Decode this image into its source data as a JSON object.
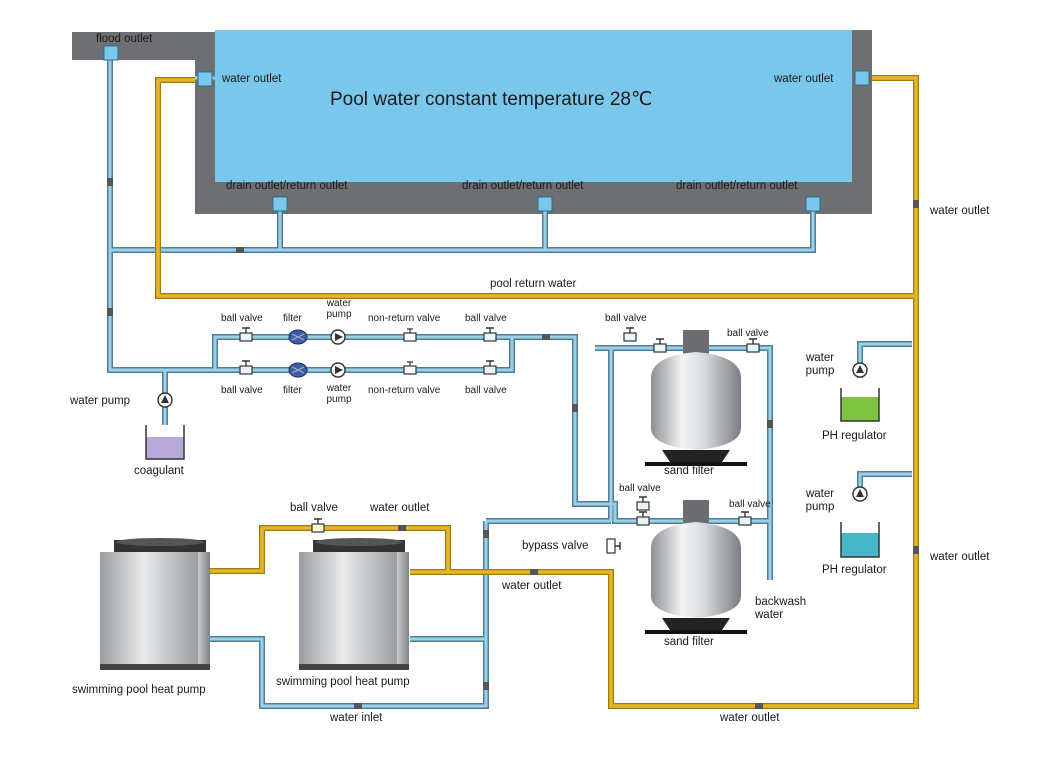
{
  "title": "Pool water constant temperature 28℃",
  "labels": {
    "flood_outlet": "flood outlet",
    "pool_water_outlet_left": "water outlet",
    "pool_water_outlet_right": "water outlet",
    "drain_1": "drain outlet/return outlet",
    "drain_2": "drain outlet/return outlet",
    "drain_3": "drain outlet/return outlet",
    "water_outlet_right_upper": "water outlet",
    "pool_return_water": "pool return water",
    "ball_valve_1": "ball valve",
    "filter_1": "filter",
    "water_pump_1": "water\npump",
    "non_return_valve_1": "non-return valve",
    "ball_valve_2": "ball valve",
    "ball_valve_3": "ball valve",
    "filter_2": "filter",
    "water_pump_2": "water\npump",
    "non_return_valve_2": "non-return valve",
    "ball_valve_4": "ball valve",
    "ball_valve_5": "ball valve",
    "ball_valve_6": "ball valve",
    "water_pump_left": "water pump",
    "coagulant": "coagulant",
    "sand_filter_1": "sand filter",
    "ph_water_pump_1": "water\npump",
    "ph_regulator_1": "PH regulator",
    "ball_valve_7": "ball valve",
    "ball_valve_8": "ball valve",
    "ph_water_pump_2": "water\npump",
    "ph_regulator_2": "PH regulator",
    "water_outlet_right_lower": "water outlet",
    "ball_valve_hp": "ball valve",
    "water_outlet_hp": "water outlet",
    "bypass_valve": "bypass valve",
    "water_outlet_mid": "water outlet",
    "backwash_water": "backwash\nwater",
    "sand_filter_2": "sand filter",
    "heat_pump_1": "swimming pool heat pump",
    "heat_pump_2": "swimming pool heat pump",
    "water_inlet": "water inlet",
    "water_outlet_bottom": "water outlet"
  },
  "colors": {
    "pool_water": "#79c8ec",
    "pool_wall": "#6d6f72",
    "pipe_blue": "#9ecfe6",
    "pipe_blue_edge": "#4c7f9b",
    "pipe_yellow": "#e7b628",
    "pipe_yellow_edge": "#a07b10",
    "coagulant_fluid": "#b6a9da",
    "ph_green": "#7fc241",
    "ph_cyan": "#45b7c9"
  },
  "icons": {
    "heat_pump": "heat-pump-icon",
    "sand_filter": "sand-filter-icon",
    "water_pump": "pump-icon",
    "ball_valve": "ball-valve-icon",
    "filter": "filter-icon",
    "non_return_valve": "check-valve-icon",
    "bypass_valve": "bypass-valve-icon"
  }
}
